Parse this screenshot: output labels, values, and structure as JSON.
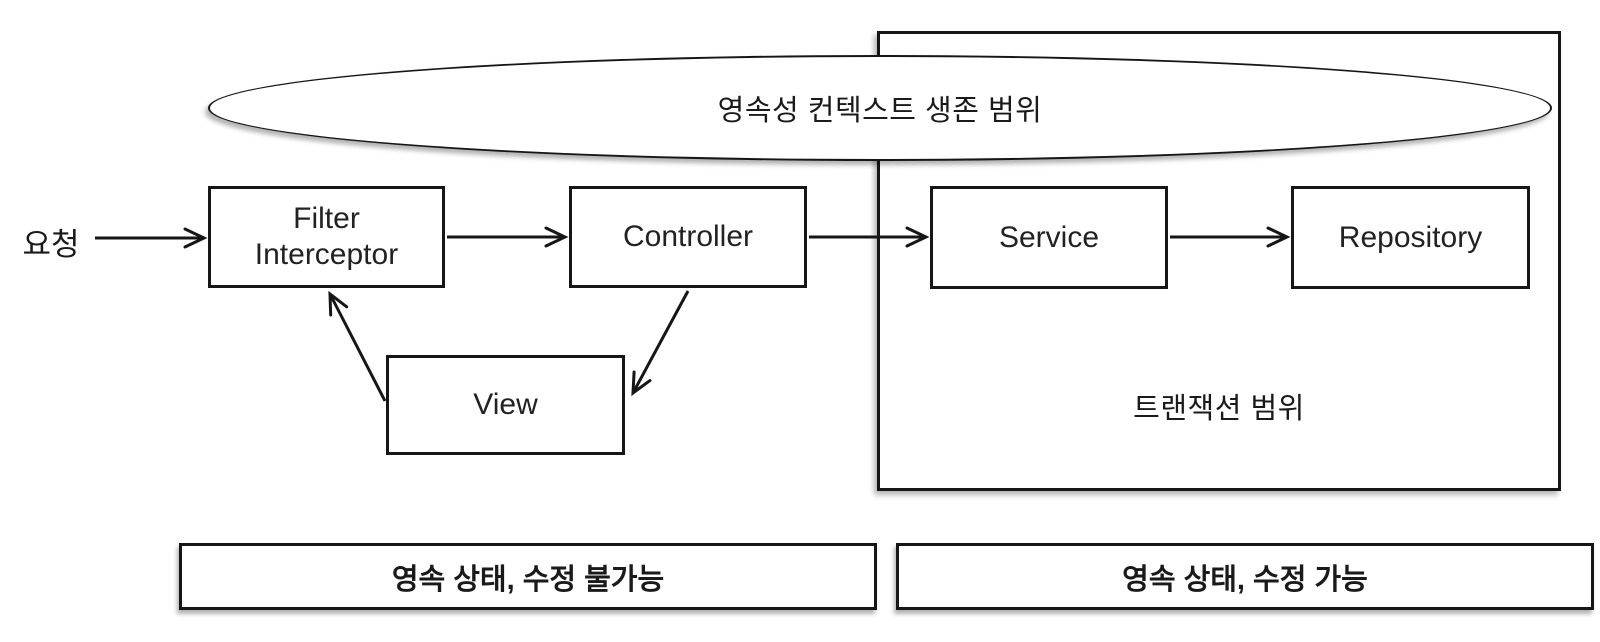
{
  "diagram": {
    "title_ellipse": "영속성 컨텍스트 생존 범위",
    "transaction_scope_label": "트랜잭션 범위",
    "request_label": "요청",
    "nodes": {
      "filter": {
        "line1": "Filter",
        "line2": "Interceptor"
      },
      "controller": "Controller",
      "service": "Service",
      "repository": "Repository",
      "view": "View"
    },
    "legend": {
      "left": "영속 상태, 수정 불가능",
      "right": "영속 상태, 수정 가능"
    },
    "colors": {
      "stroke": "#161616",
      "background": "#ffffff"
    }
  }
}
